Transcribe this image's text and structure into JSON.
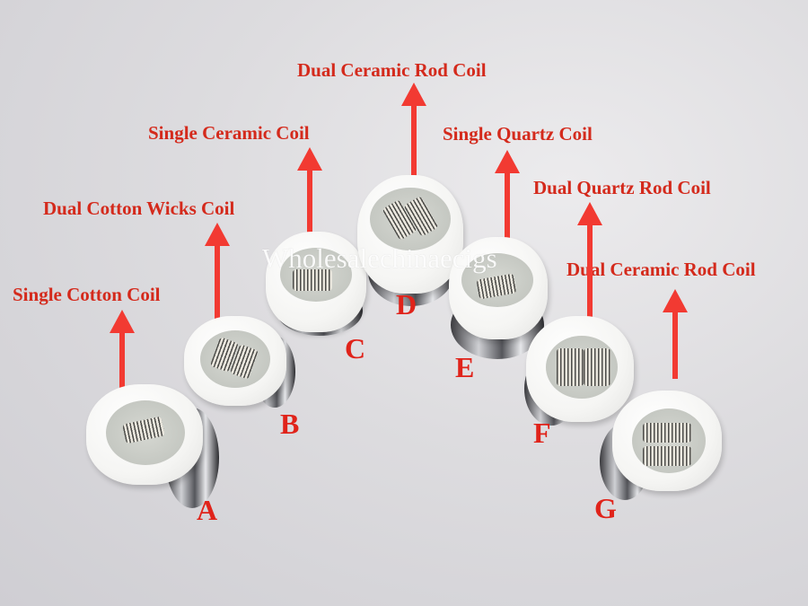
{
  "image": {
    "description": "Product photo of seven ceramic/quartz atomizer coil heads labeled A–G with red annotation labels and arrows",
    "background_color": "#dddcdf",
    "label_color": "#d42a1c",
    "arrow_color": "#f23a32"
  },
  "watermark": "Wholesalechinaecigs",
  "coils": [
    {
      "letter": "A",
      "label": "Single Cotton Coil"
    },
    {
      "letter": "B",
      "label": "Dual Cotton Wicks Coil"
    },
    {
      "letter": "C",
      "label": "Single Ceramic Coil"
    },
    {
      "letter": "D",
      "label": "Dual Ceramic Rod Coil"
    },
    {
      "letter": "E",
      "label": "Single Quartz Coil"
    },
    {
      "letter": "F",
      "label": "Dual Quartz Rod Coil"
    },
    {
      "letter": "G",
      "label": "Dual Ceramic Rod Coil"
    }
  ]
}
